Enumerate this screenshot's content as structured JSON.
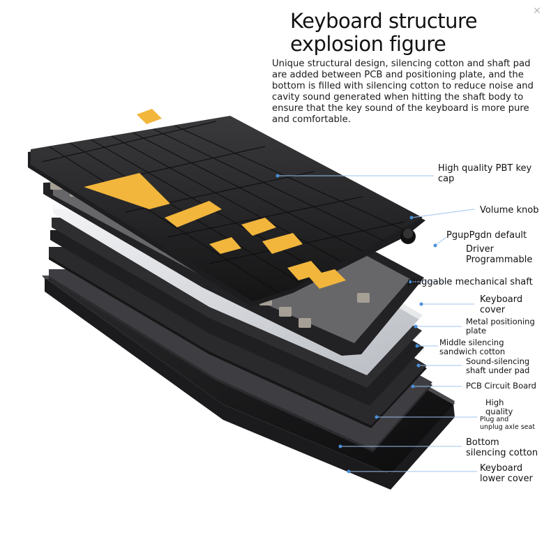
{
  "title_line1": "Keyboard structure",
  "title_line2": "explosion figure",
  "description": "Unique structural design, silencing cotton and shaft pad are added between PCB and positioning plate, and the bottom is filled with silencing cotton to reduce noise and cavity sound generated when hitting the shaft body to ensure that the key sound of the keyboard is more pure and comfortable.",
  "labels": {
    "keycap_1": "High quality PBT key",
    "keycap_2": "cap",
    "knob": "Volume knob",
    "pgup": "PgupPgdn default",
    "driver_1": "Driver",
    "driver_2": "Programmable",
    "shaft": "pluggable mechanical shaft",
    "cover_1": "Keyboard",
    "cover_2": "cover",
    "plate_1": "Metal positioning",
    "plate_2": "plate",
    "sandwich_1": "Middle silencing",
    "sandwich_2": "sandwich cotton",
    "pad_1": "Sound-silencing",
    "pad_2": "shaft under pad",
    "pcb": "PCB Circuit Board",
    "seat_1": "High",
    "seat_2": "quality",
    "seat_3": "Plug and",
    "seat_4": "unplug axle seat",
    "bottom_1": "Bottom",
    "bottom_2": "silencing cotton",
    "lower_1": "Keyboard",
    "lower_2": "lower cover"
  },
  "colors": {
    "keycap_dark": "#2b2b2d",
    "keycap_yellow": "#f2b63c",
    "leader_dot": "#4a8fd8",
    "leader_line": "#9cc3ec"
  }
}
